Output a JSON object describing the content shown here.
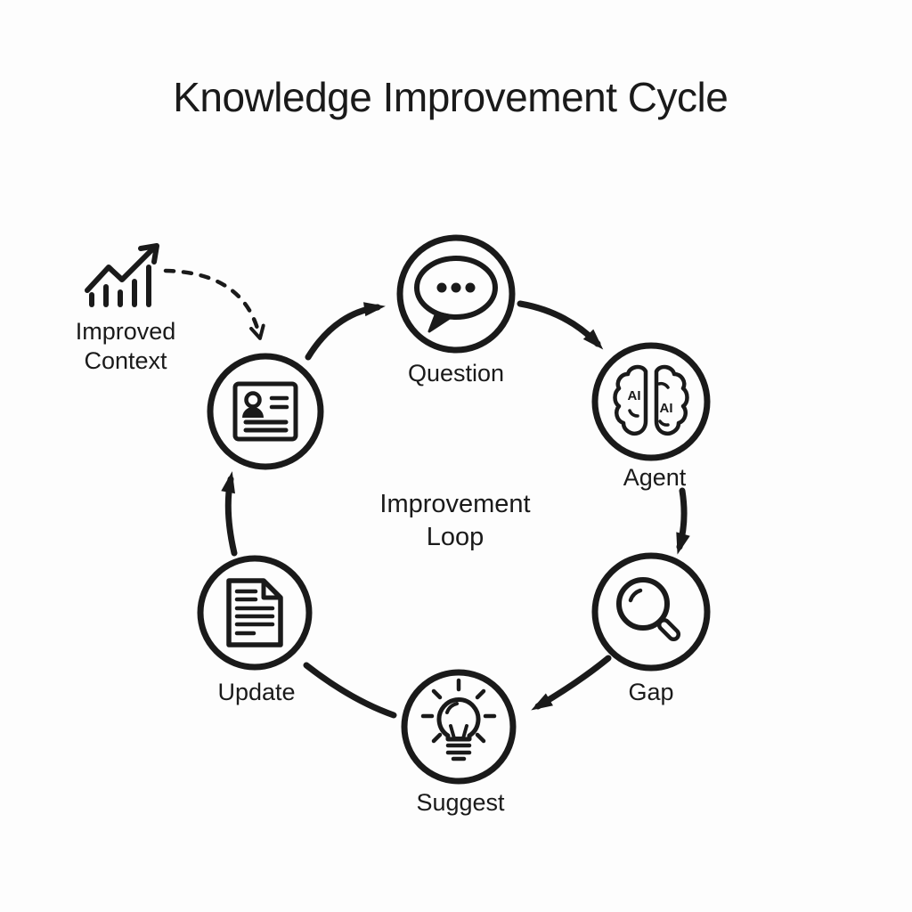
{
  "title": "Knowledge Improvement Cycle",
  "center_label": {
    "line1": "Improvement",
    "line2": "Loop"
  },
  "external_context": {
    "line1": "Improved",
    "line2": "Context"
  },
  "nodes": {
    "question": {
      "label": "Question"
    },
    "agent": {
      "label": "Agent",
      "icon_text": "AI"
    },
    "gap": {
      "label": "Gap"
    },
    "suggest": {
      "label": "Suggest"
    },
    "update": {
      "label": "Update"
    }
  },
  "colors": {
    "background": "#fdfdfd",
    "ink": "#1a1a1a"
  }
}
